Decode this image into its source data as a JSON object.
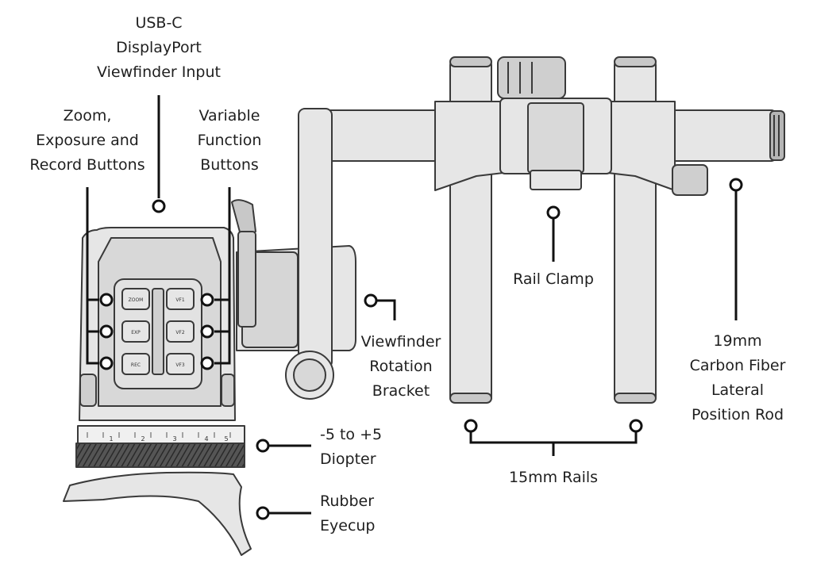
{
  "labels": {
    "usb_c": [
      "USB-C",
      "DisplayPort",
      "Viewfinder Input"
    ],
    "zoom": [
      "Zoom,",
      "Exposure and",
      "Record Buttons"
    ],
    "variable": [
      "Variable",
      "Function",
      "Buttons"
    ],
    "rail_clamp": [
      "Rail Clamp"
    ],
    "rotation": [
      "Viewfinder",
      "Rotation",
      "Bracket"
    ],
    "rod": [
      "19mm",
      "Carbon Fiber",
      "Lateral",
      "Position Rod"
    ],
    "diopter": [
      "-5 to +5",
      "Diopter"
    ],
    "rails": [
      "15mm Rails"
    ],
    "eyecup": [
      "Rubber",
      "Eyecup"
    ]
  },
  "buttons": {
    "zoom": "ZOOM",
    "exp": "EXP",
    "rec": "REC",
    "vf1": "VF1",
    "vf2": "VF2",
    "vf3": "VF3"
  },
  "dial_numbers": [
    "1",
    "2",
    "3",
    "4",
    "5"
  ]
}
